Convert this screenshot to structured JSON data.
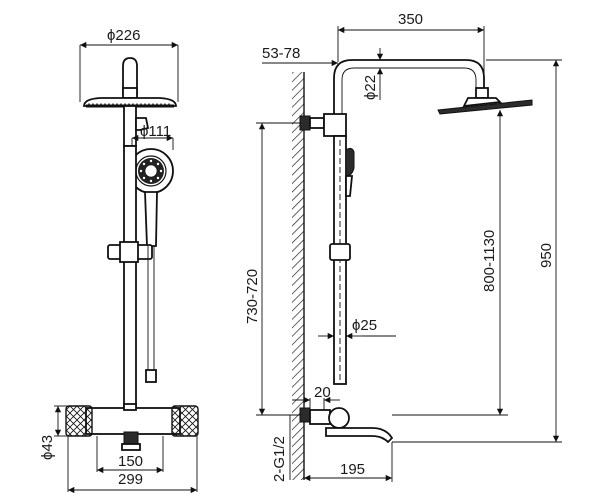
{
  "front_view": {
    "head_diameter": "ϕ226",
    "hand_diameter": "ϕ111",
    "mixer_diameter": "ϕ43",
    "inlet_spacing": "150",
    "overall_width": "299"
  },
  "side_view": {
    "arm_length": "350",
    "wall_offset": "53-78",
    "arm_diameter": "ϕ22",
    "riser_diameter": "ϕ25",
    "mount_range": "730-720",
    "head_height_range": "800-1130",
    "overall_height": "950",
    "inlet_offset": "20",
    "inlet_thread": "2-G1/2",
    "spout_length": "195"
  }
}
